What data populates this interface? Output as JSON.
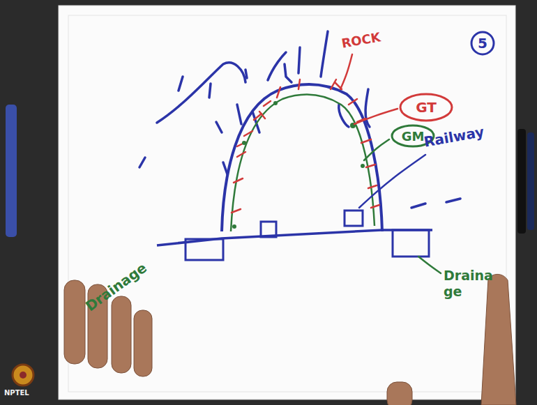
{
  "diagram": {
    "nodes": [
      {
        "text": [
          "5"
        ]
      },
      {
        "text": [
          "GT"
        ]
      },
      {
        "text": [
          "GM"
        ]
      }
    ],
    "labels": [
      "ROCK",
      "Railway",
      "Drainage",
      "Draina ge",
      "NPTEL"
    ]
  }
}
